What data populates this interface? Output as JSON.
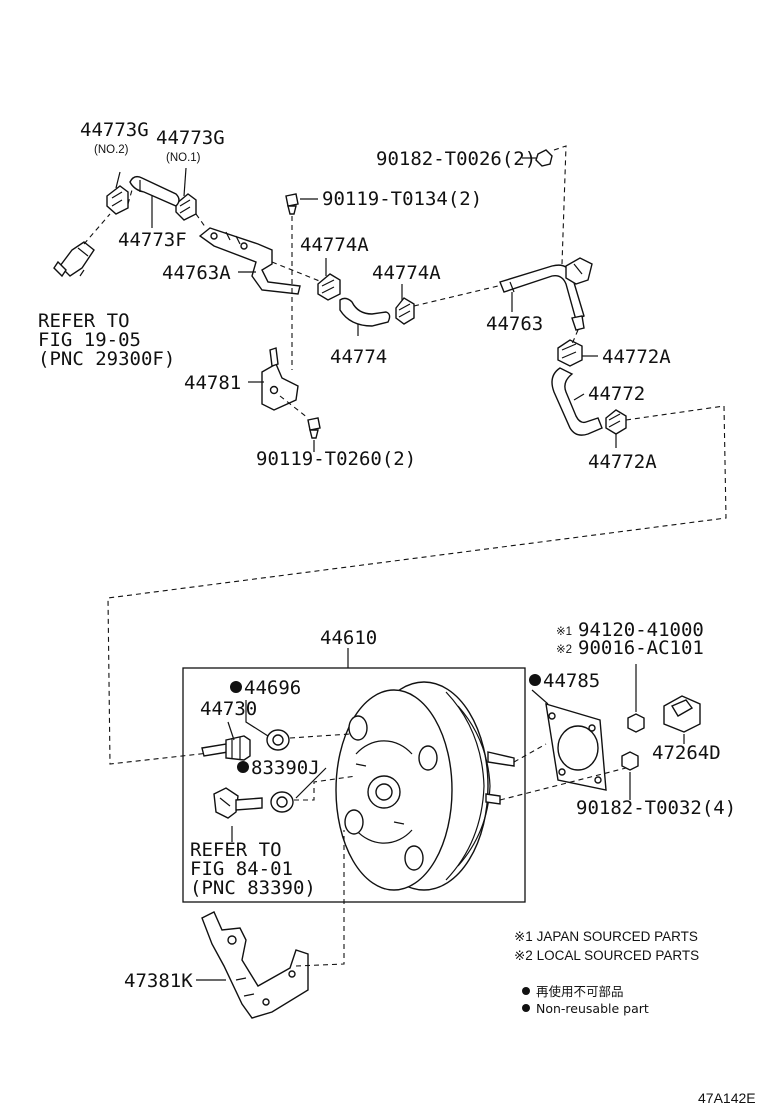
{
  "labels": {
    "p44773g_no2": "44773G",
    "p44773g_no2_sub": "(NO.2)",
    "p44773g_no1": "44773G",
    "p44773g_no1_sub": "(NO.1)",
    "p44773f": "44773F",
    "p44763a": "44763A",
    "p90119_t0134": "90119-T0134(2)",
    "p90182_t0026": "90182-T0026(2)",
    "p44774a_1": "44774A",
    "p44774a_2": "44774A",
    "p44774": "44774",
    "p44763": "44763",
    "p44772a_1": "44772A",
    "p44772": "44772",
    "p44772a_2": "44772A",
    "p44781": "44781",
    "p90119_t0260": "90119-T0260(2)",
    "ref1_line1": "REFER TO",
    "ref1_line2": "FIG 19-05",
    "ref1_line3": "(PNC 29300F)",
    "p44610": "44610",
    "p44696": "44696",
    "p44730": "44730",
    "p83390j": "83390J",
    "ref2_line1": "REFER TO",
    "ref2_line2": "FIG 84-01",
    "ref2_line3": "(PNC 83390)",
    "p94120_41000": "94120-41000",
    "p90016_ac101": "90016-AC101",
    "mark1": "※1",
    "mark2": "※2",
    "p44785": "44785",
    "p47264d": "47264D",
    "p90182_t0032": "90182-T0032(4)",
    "p47381k": "47381K"
  },
  "legend": {
    "japan": "※1 JAPAN SOURCED PARTS",
    "local": "※2 LOCAL SOURCED PARTS",
    "nonreusable_jp": "再使用不可部品",
    "nonreusable_en": "Non-reusable part"
  },
  "figure_code": "47A142E"
}
